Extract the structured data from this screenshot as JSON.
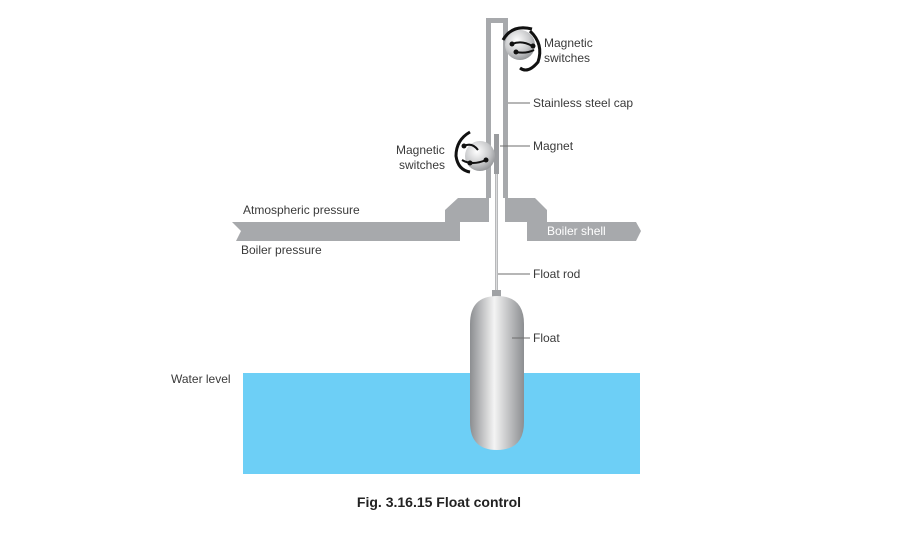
{
  "labels": {
    "magnetic_switches_top_1": "Magnetic",
    "magnetic_switches_top_2": "switches",
    "stainless_steel_cap": "Stainless steel cap",
    "magnet": "Magnet",
    "magnetic_switches_left_1": "Magnetic",
    "magnetic_switches_left_2": "switches",
    "atmospheric_pressure": "Atmospheric pressure",
    "boiler_pressure": "Boiler pressure",
    "boiler_shell": "Boiler shell",
    "float_rod": "Float rod",
    "float": "Float",
    "water_level": "Water level"
  },
  "caption": "Fig. 3.16.15 Float control",
  "colors": {
    "steel": "#a7a9ac",
    "water": "#6dcff6",
    "label_text": "#3a3a3a"
  }
}
